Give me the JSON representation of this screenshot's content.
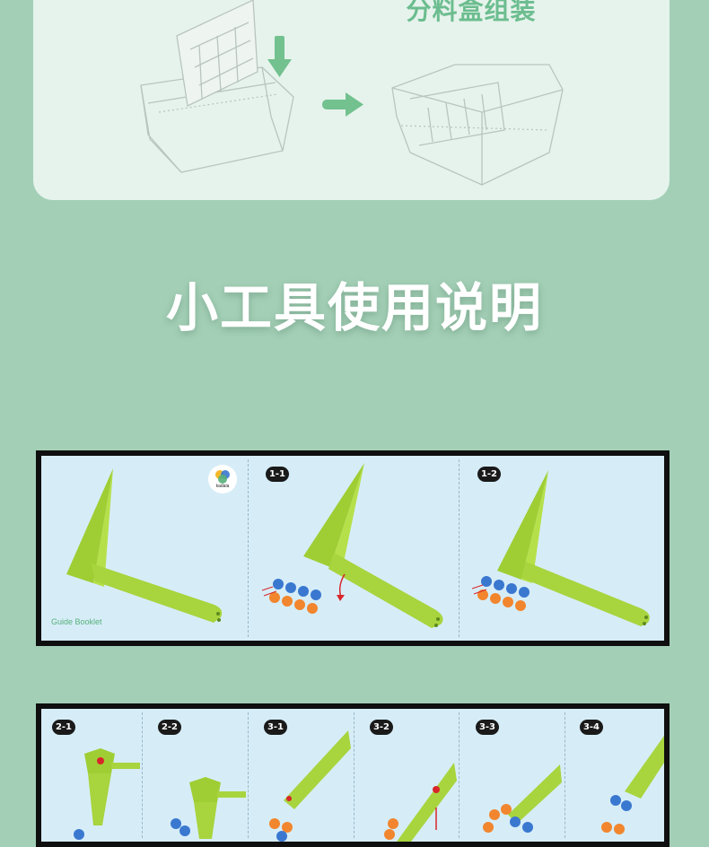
{
  "assembly": {
    "title": "分料盒组装"
  },
  "section": {
    "title": "小工具使用说明"
  },
  "guide": {
    "booklet_label": "Guide Booklet",
    "logo_text": "kadala"
  },
  "steps_row1": [
    {
      "label": "1-1"
    },
    {
      "label": "1-2"
    }
  ],
  "steps_row2": [
    {
      "label": "2-1"
    },
    {
      "label": "2-2"
    },
    {
      "label": "3-1"
    },
    {
      "label": "3-2"
    },
    {
      "label": "3-3"
    },
    {
      "label": "3-4"
    }
  ],
  "colors": {
    "page_bg": "#a3cfb6",
    "card_bg": "#e6f3ec",
    "accent_green": "#6cbd8f",
    "tool_green": "#a4d23c",
    "bead_blue": "#3a78d0",
    "bead_orange": "#f2862e",
    "arrow_red": "#d8262a",
    "panel_bg": "#d6edf8"
  },
  "icons": [
    "down-arrow-icon",
    "right-arrow-icon",
    "rotate-arrow-icon",
    "brand-logo-icon"
  ]
}
